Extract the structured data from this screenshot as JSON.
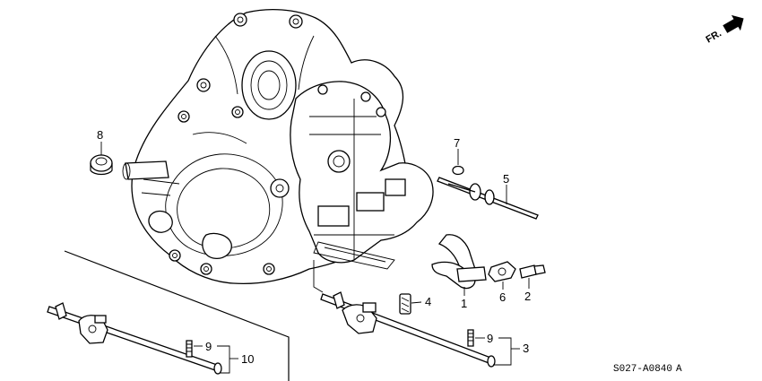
{
  "direction_label": "FR.",
  "diagram_code": "S027-A0840",
  "diagram_code_suffix": "A",
  "callouts": {
    "c1": "1",
    "c2": "2",
    "c3": "3",
    "c4": "4",
    "c5": "5",
    "c6": "6",
    "c7": "7",
    "c8": "8",
    "c9a": "9",
    "c9b": "9",
    "c10": "10"
  }
}
